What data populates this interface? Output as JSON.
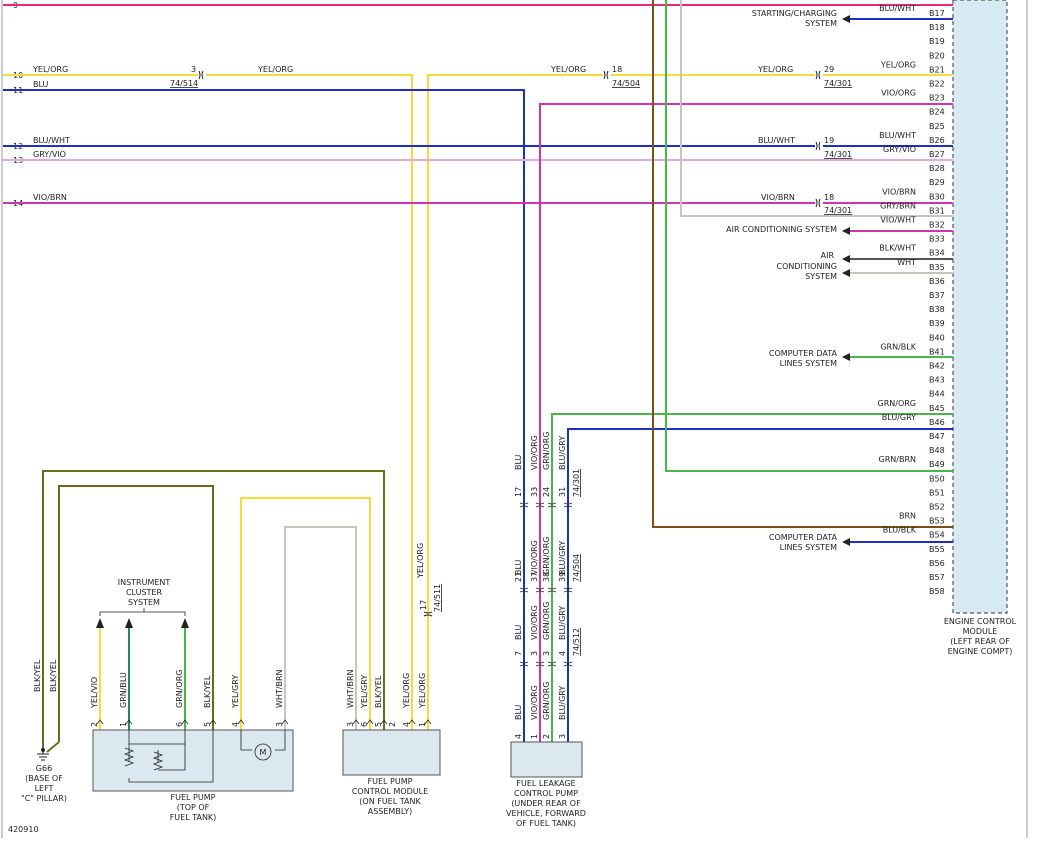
{
  "colors": {
    "YEL": "#f5dc3c",
    "BLU": "#1c2fc6",
    "PNK": "#e8287a",
    "VIO": "#d034b0",
    "GRY": "#e3a8dc",
    "BRN": "#7a5018",
    "GRN": "#4ab64a",
    "WHT": "#c9c5bc",
    "OLV": "#6e6a1a",
    "ECM": "#d6eaf3",
    "BOX": "#dbe8f0"
  },
  "diagram_id": "420910",
  "left_refs": [
    {
      "pin": "9",
      "label": ""
    },
    {
      "pin": "10",
      "label": "YEL/ORG"
    },
    {
      "pin": "11",
      "label": "BLU"
    },
    {
      "pin": "12",
      "label": "BLU/WHT"
    },
    {
      "pin": "13",
      "label": "GRY/VIO"
    },
    {
      "pin": "14",
      "label": "VIO/BRN"
    }
  ],
  "ecm": {
    "label": [
      "ENGINE CONTROL",
      "MODULE",
      "(LEFT REAR OF",
      "ENGINE COMPT)"
    ],
    "pins": [
      "B17",
      "B18",
      "B19",
      "B20",
      "B21",
      "B22",
      "B23",
      "B24",
      "B25",
      "B26",
      "B27",
      "B28",
      "B29",
      "B30",
      "B31",
      "B32",
      "B33",
      "B34",
      "B35",
      "B36",
      "B37",
      "B38",
      "B39",
      "B40",
      "B41",
      "B42",
      "B43",
      "B44",
      "B45",
      "B46",
      "B47",
      "B48",
      "B49",
      "B50",
      "B51",
      "B52",
      "B53",
      "B54",
      "B55",
      "B56",
      "B57",
      "B58"
    ]
  },
  "ecm_wires": [
    {
      "pin": "B17",
      "label": "BLU/WHT"
    },
    {
      "pin": "B21",
      "label": "YEL/ORG"
    },
    {
      "pin": "B23",
      "label": "VIO/ORG"
    },
    {
      "pin": "B26",
      "label": "BLU/WHT"
    },
    {
      "pin": "B27",
      "label": "GRY/VIO"
    },
    {
      "pin": "B30",
      "label": "VIO/BRN"
    },
    {
      "pin": "B31",
      "label": "GRY/BRN"
    },
    {
      "pin": "B32",
      "label": "VIO/WHT"
    },
    {
      "pin": "B34",
      "label": "BLK/WHT"
    },
    {
      "pin": "B35",
      "label": "WHT"
    },
    {
      "pin": "B41",
      "label": "GRN/BLK"
    },
    {
      "pin": "B45",
      "label": "GRN/ORG"
    },
    {
      "pin": "B46",
      "label": "BLU/GRY"
    },
    {
      "pin": "B49",
      "label": "GRN/BRN"
    },
    {
      "pin": "B53",
      "label": "BRN"
    },
    {
      "pin": "B54",
      "label": "BLU/BLK"
    }
  ],
  "systems": [
    [
      "STARTING/CHARGING",
      "SYSTEM"
    ],
    [
      "AIR CONDITIONING SYSTEM"
    ],
    [
      "AIR",
      "CONDITIONING",
      "SYSTEM"
    ],
    [
      "COMPUTER DATA",
      "LINES SYSTEM"
    ],
    [
      "COMPUTER DATA",
      "LINES SYSTEM"
    ],
    [
      "INSTRUMENT",
      "CLUSTER",
      "SYSTEM"
    ]
  ],
  "mid_labels": {
    "yel1": "YEL/ORG",
    "yel2": "YEL/ORG",
    "yel3": "YEL/ORG",
    "bluwht": "BLU/WHT",
    "viobrn": "VIO/BRN"
  },
  "connectors": [
    {
      "pin": "3",
      "ref": "74/514"
    },
    {
      "pin": "18",
      "ref": "74/504"
    },
    {
      "pin": "29",
      "ref": "74/301"
    },
    {
      "pin": "19",
      "ref": "74/301"
    },
    {
      "pin": "18",
      "ref": "74/301"
    },
    {
      "pin": "17",
      "ref": "74/511"
    }
  ],
  "vertical_bundle": {
    "wire_labels": [
      "BLU",
      "VIO/ORG",
      "GRN/ORG",
      "BLU/GRY"
    ],
    "row1": {
      "pins": [
        "17",
        "33",
        "24",
        "31"
      ],
      "ref": "74/301"
    },
    "row2": {
      "pins": [
        "21",
        "37",
        "38",
        "39"
      ],
      "ref": "74/504"
    },
    "row3": {
      "pins": [
        "7",
        "3",
        "3",
        "4"
      ],
      "ref": "74/512"
    },
    "row4": {
      "pins": [
        "4",
        "1",
        "2",
        "3"
      ]
    }
  },
  "comp_pins": {
    "g66": {
      "labels": [
        "BLK/YEL",
        "BLK/YEL"
      ]
    },
    "pump": {
      "labels": [
        "YEL/VIO",
        "GRN/BLU",
        "GRN/ORG",
        "BLK/YEL",
        "YEL/GRY",
        "WHT/BRN"
      ],
      "pins": [
        "2",
        "1",
        "6",
        "5",
        "4",
        "3"
      ]
    },
    "pcm": {
      "labels": [
        "WHT/BRN",
        "YEL/GRY",
        "BLK/YEL",
        "YEL/ORG",
        "YEL/ORG"
      ],
      "pins": [
        "3",
        "6",
        "5",
        "2",
        "4",
        "1"
      ],
      "extra_label": "YEL/ORG"
    }
  },
  "components": {
    "g66": [
      "G66",
      "(BASE OF",
      "LEFT",
      "\"C\" PILLAR)"
    ],
    "pump": [
      "FUEL PUMP",
      "(TOP OF",
      "FUEL TANK)"
    ],
    "pcm": [
      "FUEL PUMP",
      "CONTROL MODULE",
      "(ON FUEL TANK",
      "ASSEMBLY)"
    ],
    "leak": [
      "FUEL LEAKAGE",
      "CONTROL PUMP",
      "(UNDER REAR OF",
      "VEHICLE, FORWARD",
      "OF FUEL TANK)"
    ]
  },
  "motor_symbol": "M"
}
